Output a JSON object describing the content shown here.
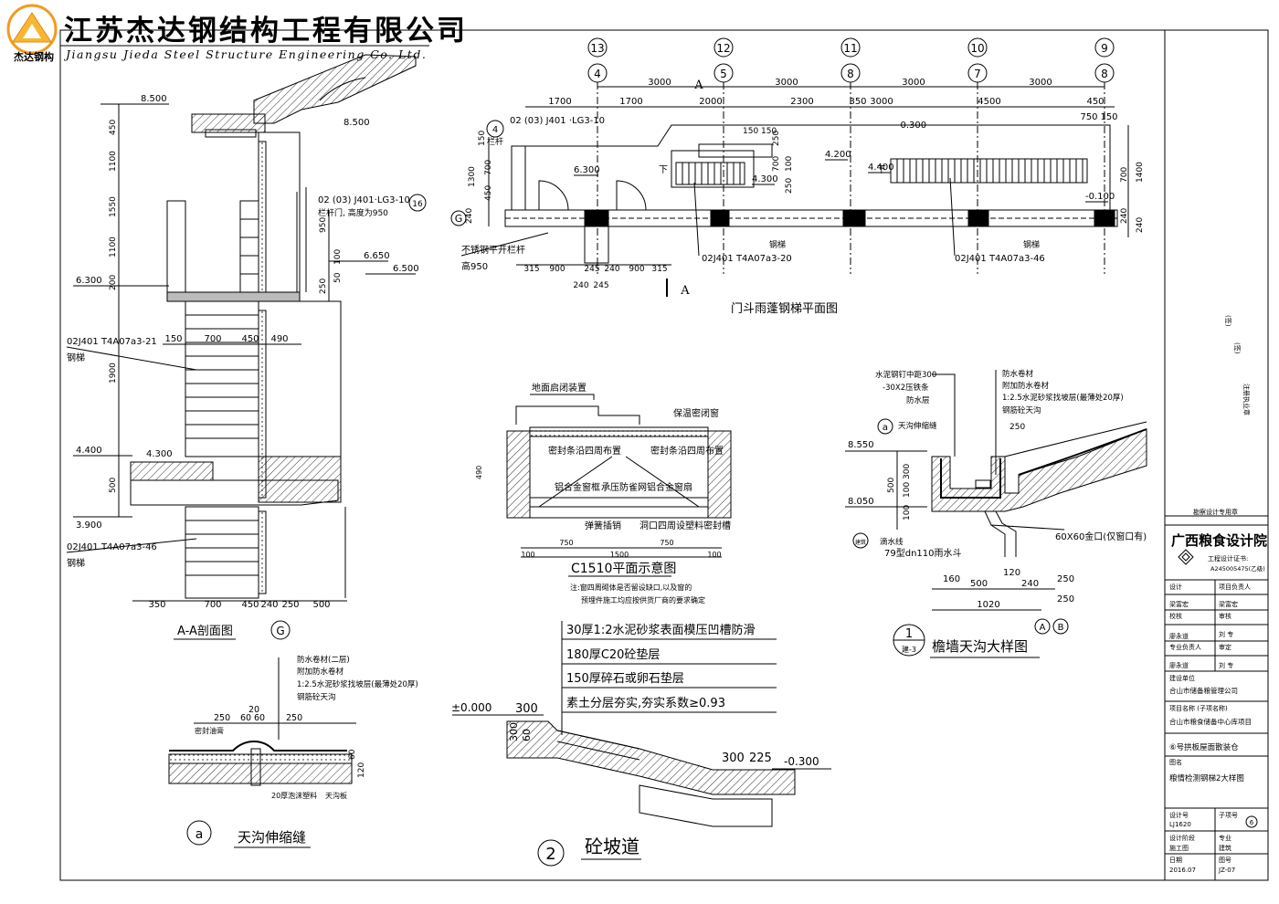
{
  "company": {
    "name_cn": "江苏杰达钢结构工程有限公司",
    "name_en": "Jiangsu Jieda Steel Structure Engineering Co. Ltd.",
    "logo_text": "杰达钢构"
  },
  "plan": {
    "title": "门斗雨蓬钢梯平面图",
    "axis_top": [
      "13",
      "12",
      "11",
      "10",
      "9"
    ],
    "axis_mid": [
      "4",
      "5",
      "8",
      "7",
      "8"
    ],
    "axis_side": "G",
    "section_mark": "A",
    "dims_top": [
      "3000",
      "3000",
      "3000",
      "3000"
    ],
    "dims_row2": [
      "1700",
      "1700",
      "2000",
      "2300",
      "350",
      "3000",
      "4500",
      "450"
    ],
    "dims_right": [
      "750",
      "150"
    ],
    "dims_bottom": [
      "315",
      "900",
      "245",
      "240",
      "900",
      "315"
    ],
    "dims_bottom2": [
      "240",
      "245"
    ],
    "dims_left_v": [
      "150",
      "1300",
      "700",
      "450",
      "240"
    ],
    "dims_right_v": [
      "700",
      "1400",
      "240",
      "240"
    ],
    "dims_mid_v": [
      "150",
      "150",
      "250",
      "700",
      "100",
      "250"
    ],
    "elevations": [
      "-0.300",
      "6.300",
      "4.300",
      "4.200",
      "4.400",
      "-0.100"
    ],
    "ref1": "02 (03) J401 ·LG3-10",
    "ref1_sub": "栏杆",
    "ref1_num": "4",
    "ref2": "不锈钢平开栏杆",
    "ref2_sub": "高950",
    "ref3": "02J401 T4A07a3-20",
    "ref4": "02J401 T4A07a3-46",
    "ladder": "钢梯",
    "arrow": "下"
  },
  "section": {
    "title": "A-A剖面图",
    "axis": "G",
    "elevations": [
      "8.500",
      "8.500",
      "6.650",
      "6.500",
      "6.300",
      "4.400",
      "4.300",
      "3.900"
    ],
    "dims_v": [
      "450",
      "1100",
      "1550",
      "1100",
      "200",
      "1900",
      "500"
    ],
    "dims_v2": [
      "950",
      "250",
      "100",
      "50"
    ],
    "dims_h_top": [
      "150",
      "700",
      "450",
      "490"
    ],
    "dims_h_bottom": [
      "350",
      "700",
      "450",
      "240",
      "250",
      "500"
    ],
    "ref1": "02 (03) J401·LG3-10",
    "ref1_num": "16",
    "ref1_sub": "栏杆门, 高度为950",
    "ref2": "02J401 T4A07a3-21",
    "ref3": "02J401 T4A07a3-46",
    "ladder": "钢梯"
  },
  "window": {
    "title": "C1510平面示意图",
    "note1": "注:窗四周砌体是否留设缺口,以及窗的",
    "note2": "预埋件施工均应按供货厂商的要求确定",
    "labels": [
      "地面启闭装置",
      "保温密闭窗",
      "密封条沿四周布置",
      "密封条沿四周布置",
      "铝合金窗框",
      "承压防雀网",
      "铝合金窗扇",
      "弹簧插销",
      "洞口四周设塑料密封槽"
    ],
    "dims_h": [
      "750",
      "1500",
      "750",
      "100",
      "100"
    ],
    "dim_v": "490"
  },
  "gutter": {
    "title": "檐墙天沟大样图",
    "mark_num": "1",
    "mark_sub": "建-3",
    "axes": [
      "A",
      "B"
    ],
    "labels": [
      "水泥钢钉中距300",
      "-30X2压铁条",
      "防水层",
      "防水卷材",
      "附加防水卷材",
      "1:2.5水泥砂浆找坡层(最薄处20厚)",
      "钢筋砼天沟",
      "天沟伸缩缝",
      "滴水线",
      "79型dn110雨水斗",
      "60X60金口(仅窗口有)"
    ],
    "detail_mark": "a",
    "detail_sub": "建筑",
    "elevations": [
      "8.550",
      "8.050"
    ],
    "dims_v": [
      "500",
      "100",
      "300",
      "100"
    ],
    "dims_h": [
      "160",
      "500",
      "120",
      "240",
      "250",
      "250",
      "1020"
    ],
    "dim_top": "250"
  },
  "expansion": {
    "title": "天沟伸缩缝",
    "mark": "a",
    "labels": [
      "防水卷材(二层)",
      "附加防水卷材",
      "1:2.5水泥砂浆找坡层(最薄处20厚)",
      "钢筋砼天沟",
      "密封油膏",
      "20厚泡沫塑料",
      "天沟板"
    ],
    "dims": [
      "250",
      "20",
      "60",
      "60",
      "250",
      "60",
      "120"
    ]
  },
  "ramp": {
    "title": "砼坡道",
    "mark": "2",
    "layers": [
      "30厚1:2水泥砂浆表面模压凹槽防滑",
      "180厚C20砼垫层",
      "150厚碎石或卵石垫层",
      "素土分层夯实,夯实系数≥0.93"
    ],
    "elev_left": "±0.000",
    "elev_right": "-0.300",
    "dims": [
      "300",
      "300",
      "60",
      "300",
      "225"
    ]
  },
  "titleblock": {
    "stamp_label": "勘察设计专用章",
    "vert1": "注册执业章",
    "vert2": "(签)",
    "vert3": "(签)",
    "institute": "广西粮食设计院",
    "cert_label": "工程设计证书:",
    "cert_no": "A245005475(乙级)",
    "rows": [
      {
        "l": "设计",
        "r": "项目负责人"
      },
      {
        "l": "梁富宏",
        "r": "梁富宏"
      },
      {
        "l": "校核",
        "r": "审核"
      },
      {
        "l": "廖永道",
        "r": "刘 专"
      },
      {
        "l": "专业负责人",
        "r": "审定"
      },
      {
        "l": "廖永道",
        "r": "刘 专"
      }
    ],
    "unit_label": "建设单位",
    "unit": "合山市储备粮管理公司",
    "project_label": "项目名称 (子项名称)",
    "project": "合山市粮食储备中心库项目",
    "sub_project": "⑥号拱板屋面散装仓",
    "drawing_label": "图名",
    "drawing": "粮情检测钢梯2大样图",
    "design_no_label": "设计号",
    "design_no": "LJ1620",
    "sub_no_label": "子项号",
    "sub_no": "6",
    "stage_label": "设计阶段",
    "stage": "施工图",
    "major_label": "专业",
    "major": "建筑",
    "date_label": "日期",
    "date": "2016.07",
    "sheet_label": "图号",
    "sheet": "JZ-07"
  }
}
